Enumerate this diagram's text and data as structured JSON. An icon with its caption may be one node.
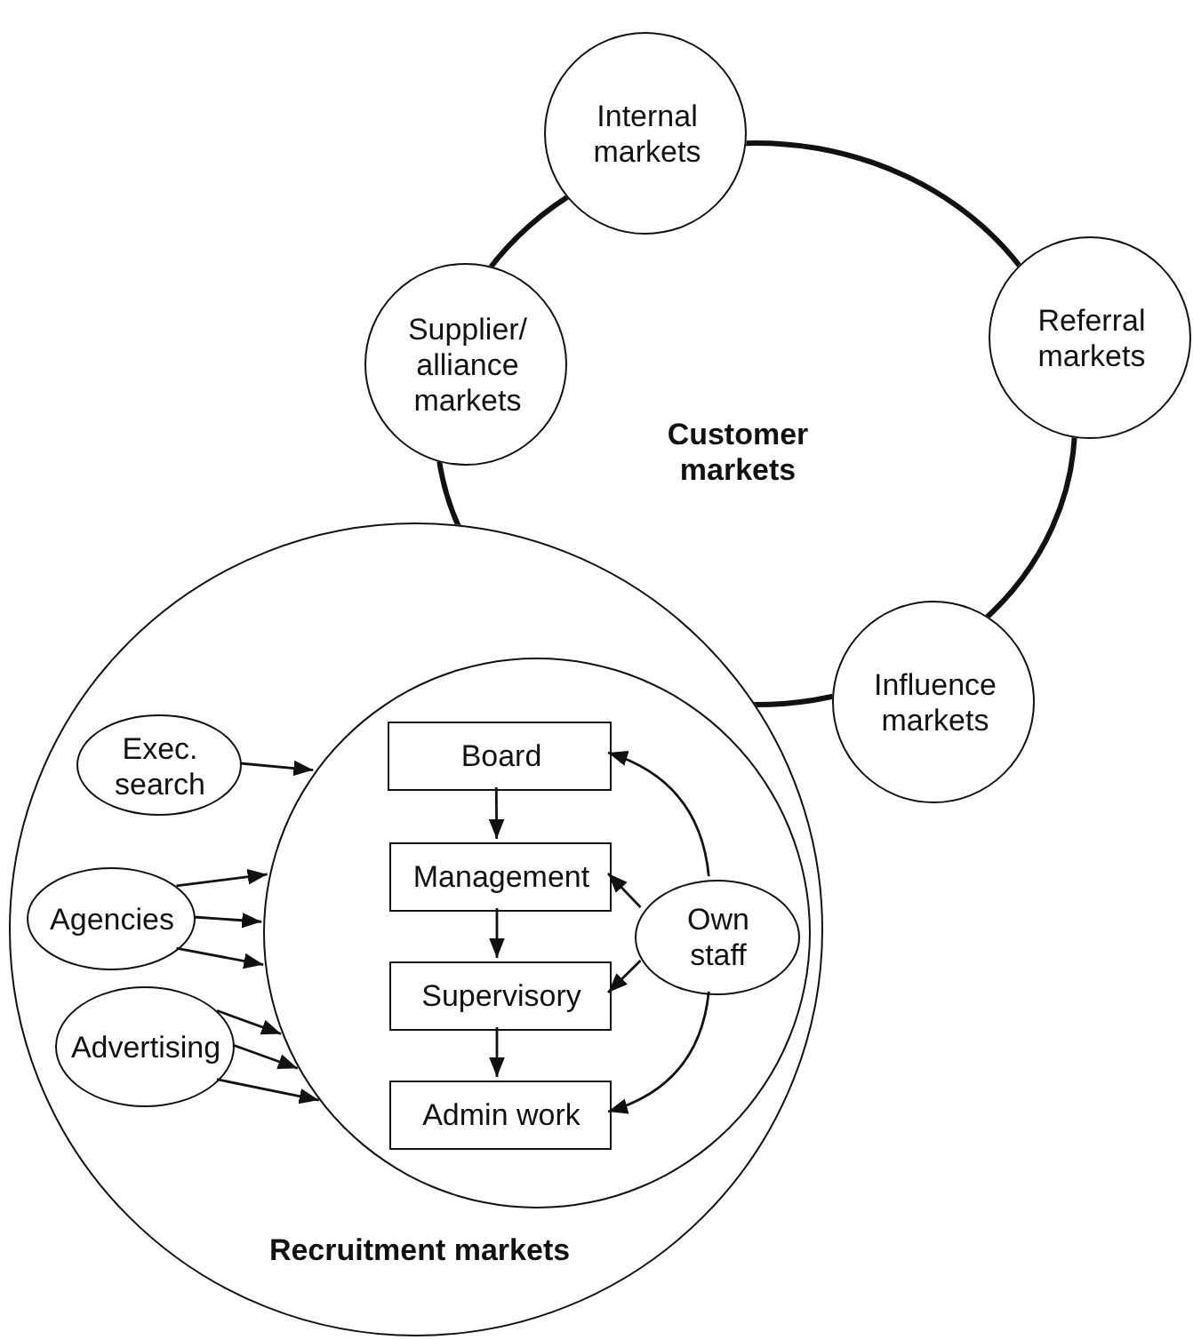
{
  "diagram": {
    "nodes": [
      {
        "text": [
          "Customer markets"
        ]
      },
      {
        "text": [
          "Internal markets"
        ]
      },
      {
        "text": [
          "Referral markets"
        ]
      },
      {
        "text": [
          "Influence markets"
        ]
      },
      {
        "text": [
          "Supplier/ alliance markets"
        ]
      },
      {
        "text": [
          "Recruitment markets"
        ]
      },
      {
        "text": [],
        "shape": "circle",
        "in": 5
      },
      {
        "text": [
          "Board"
        ],
        "in": 6
      },
      {
        "text": [
          "Management"
        ],
        "in": 6
      },
      {
        "text": [
          "Supervisory"
        ],
        "in": 6
      },
      {
        "text": [
          "Admin work"
        ],
        "in": 6
      },
      {
        "text": [
          "Own staff"
        ],
        "in": 6
      },
      {
        "text": [
          "Exec. search"
        ],
        "in": 5
      },
      {
        "text": [
          "Agencies"
        ],
        "in": 5
      },
      {
        "text": [
          "Advertising"
        ],
        "in": 5
      }
    ],
    "edges": [
      {
        "from": 7,
        "to": 8,
        "arrow": "to"
      },
      {
        "from": 8,
        "to": 9,
        "arrow": "to"
      },
      {
        "from": 9,
        "to": 10,
        "arrow": "to"
      },
      {
        "from": 11,
        "to": 7,
        "arrow": "to"
      },
      {
        "from": 11,
        "to": 8,
        "arrow": "to"
      },
      {
        "from": 11,
        "to": 9,
        "arrow": "to"
      },
      {
        "from": 11,
        "to": 10,
        "arrow": "to"
      },
      {
        "from": 12,
        "to": 6,
        "arrow": "to"
      },
      {
        "from": 13,
        "to": 6,
        "arrow": "to"
      },
      {
        "from": 13,
        "to": 6,
        "arrow": "to"
      },
      {
        "from": 13,
        "to": 6,
        "arrow": "to"
      },
      {
        "from": 14,
        "to": 6,
        "arrow": "to"
      },
      {
        "from": 14,
        "to": 6,
        "arrow": "to"
      },
      {
        "from": 14,
        "to": 6,
        "arrow": "to"
      }
    ]
  }
}
